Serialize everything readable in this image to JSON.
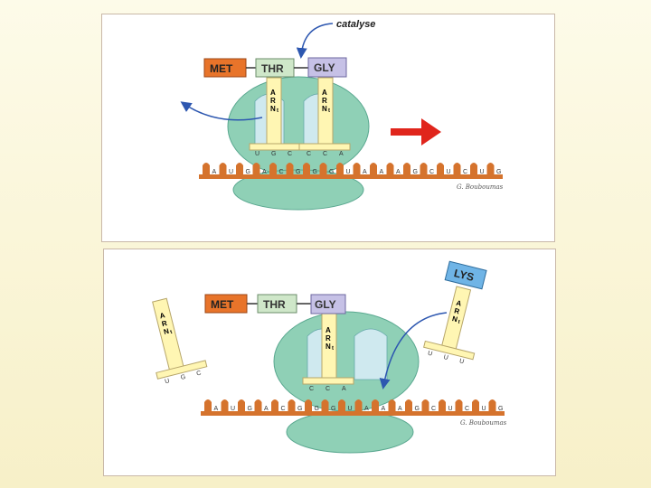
{
  "top": {
    "catalyse": "catalyse",
    "met": "MET",
    "thr": "THR",
    "gly": "GLY",
    "trna_letters": [
      "A",
      "R",
      "N",
      "t"
    ],
    "anticodons": [
      [
        "U",
        "G",
        "C"
      ],
      [
        "C",
        "C",
        "A"
      ]
    ],
    "mrna_bases": [
      "A",
      "U",
      "G",
      "A",
      "C",
      "G",
      "G",
      "G",
      "U",
      "A",
      "A",
      "A",
      "G",
      "C",
      "U",
      "C",
      "U",
      "G"
    ],
    "signature": "G. Bouboumas"
  },
  "bottom": {
    "met": "MET",
    "thr": "THR",
    "gly": "GLY",
    "lys": "LYS",
    "trna_letters": [
      "A",
      "R",
      "N",
      "t"
    ],
    "left_anticodon": [
      "U",
      "G",
      "C"
    ],
    "gly_anticodon": [
      "C",
      "C",
      "A"
    ],
    "lys_anticodon": [
      "U",
      "U",
      "U"
    ],
    "mrna_bases": [
      "A",
      "U",
      "G",
      "A",
      "C",
      "G",
      "G",
      "G",
      "U",
      "A",
      "A",
      "A",
      "G",
      "C",
      "U",
      "C",
      "U",
      "G"
    ],
    "signature": "G. Bouboumas"
  },
  "colors": {
    "amino_orange": "#e8742a",
    "amino_green": "#cfe7c9",
    "amino_purple": "#c6c1e6",
    "lys_blue": "#6fb4e6",
    "ribosome": "#8fd0b6",
    "trna": "#fff6b3",
    "mrna": "#d5732d",
    "arrow_red": "#e0251c",
    "arrow_blue": "#2d57b0"
  }
}
